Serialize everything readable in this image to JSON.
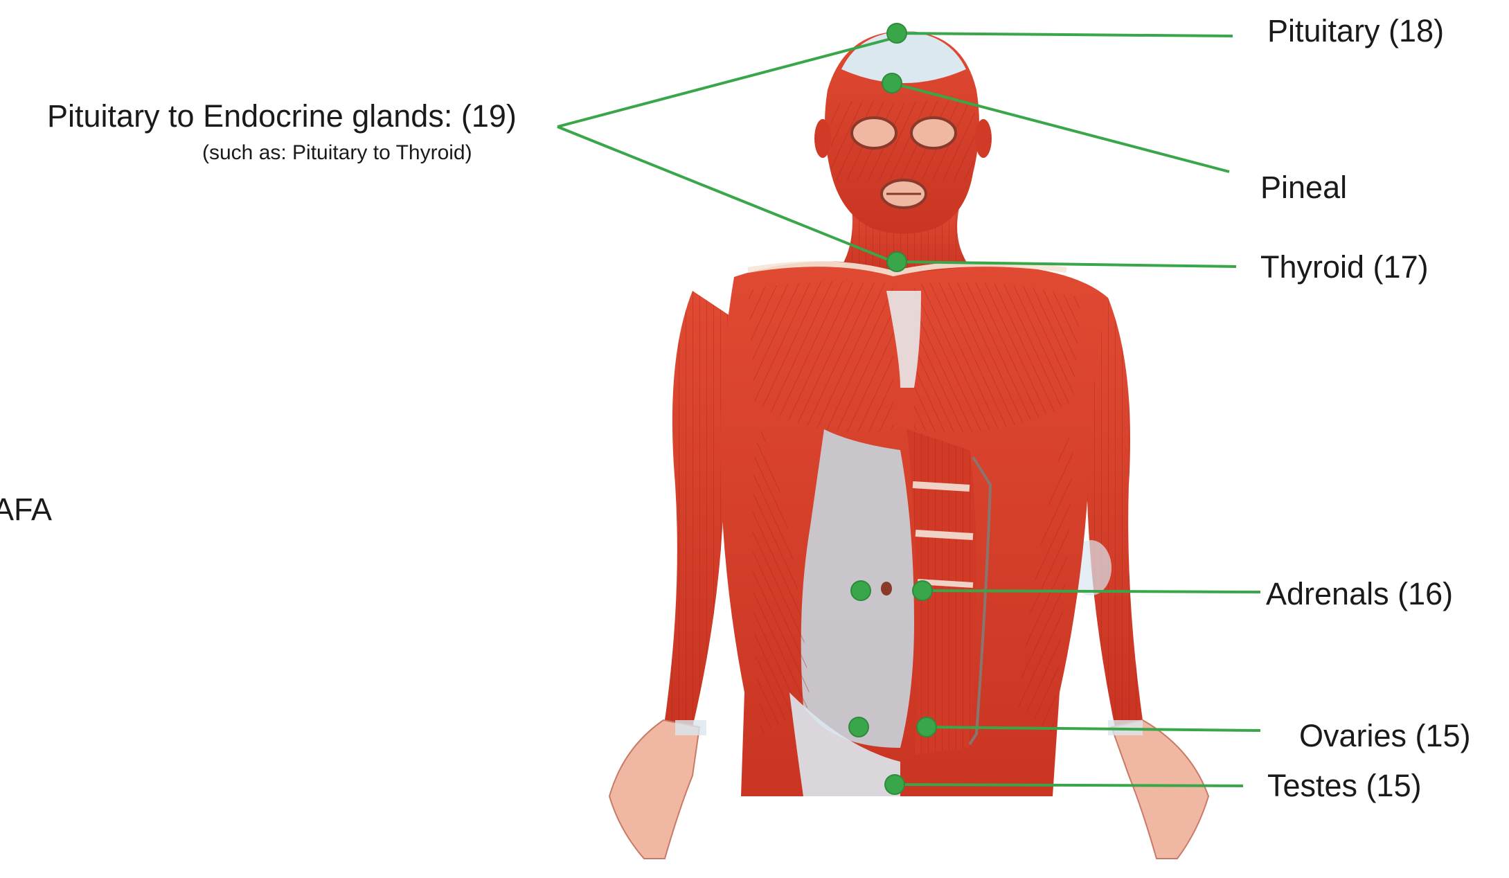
{
  "colors": {
    "leader_line": "#3aa64a",
    "marker": "#3aa64a",
    "muscle_red": "#d8412c",
    "muscle_dark": "#b52a1d",
    "fascia_blue": "#c7dde8",
    "skin": "#f3c3b0"
  },
  "labels": {
    "pituitary": "Pituitary (18)",
    "pineal": "Pineal",
    "thyroid": "Thyroid (17)",
    "adrenals": "Adrenals (16)",
    "ovaries": "Ovaries (15)",
    "testes": "Testes (15)",
    "pit_endocrine": "Pituitary to Endocrine glands: (19)",
    "pit_endocrine_example": "(such as: Pituitary to Thyroid)",
    "partial": "AFA"
  },
  "figure": {
    "subject": "anterior human muscular system illustration"
  }
}
